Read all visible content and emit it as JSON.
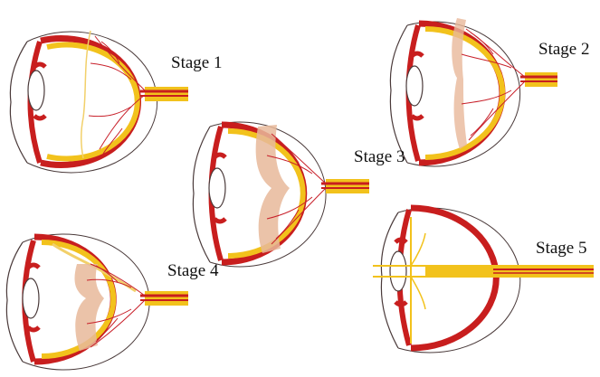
{
  "stages": [
    {
      "label": "Stage 1",
      "detachment": "none"
    },
    {
      "label": "Stage 2",
      "detachment": "slight"
    },
    {
      "label": "Stage 3",
      "detachment": "partial"
    },
    {
      "label": "Stage 4",
      "detachment": "advanced"
    },
    {
      "label": "Stage 5",
      "detachment": "total"
    }
  ],
  "colors": {
    "sclera": "#c81e1e",
    "choroid": "#f2c21c",
    "vessel": "#c8202a",
    "detached_retina": "#e8b89a",
    "outline": "#4a3a3a"
  }
}
